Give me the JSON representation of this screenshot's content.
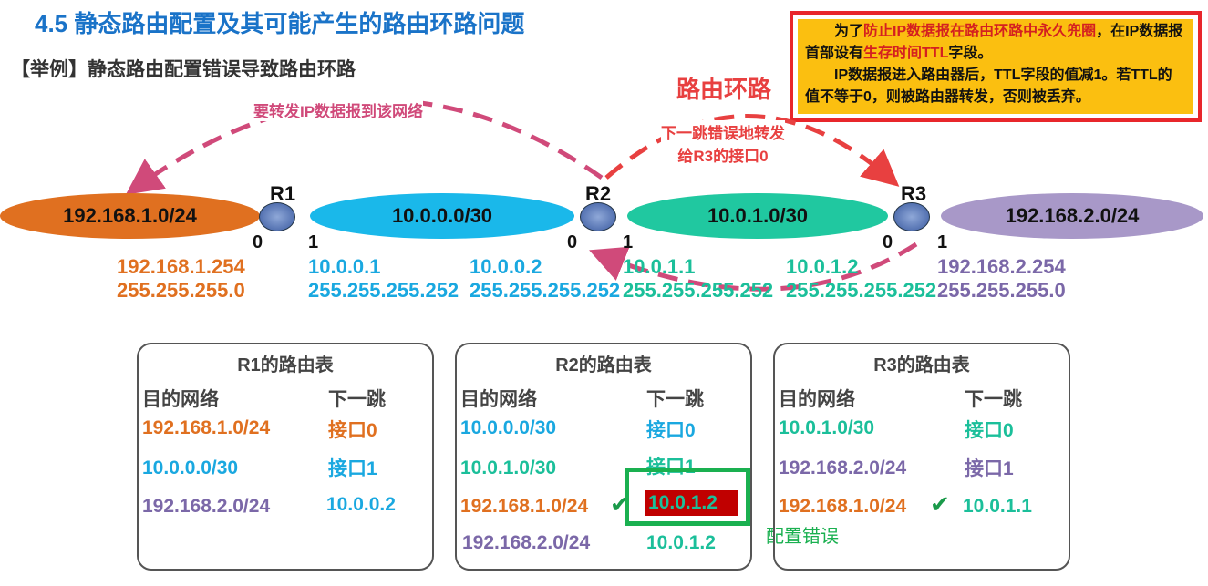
{
  "title": "4.5  静态路由配置及其可能产生的路由环路问题",
  "subtitle": "【举例】静态路由配置错误导致路由环路",
  "note": {
    "l1a": "为了",
    "l1b": "防止IP数据报在路由环路中永久兜圈",
    "l1c": "，在IP数据报首部设有",
    "l1d": "生存时间TTL",
    "l1e": "字段。",
    "l2": "IP数据报进入路由器后，TTL字段的值减1。若TTL的值不等于0，则被路由器转发，否则被丢弃。"
  },
  "loop_label": "路由环路",
  "arrow1_label": "要转发IP数据报到该网络",
  "arrow2_label1": "下一跳错误地转发",
  "arrow2_label2": "给R3的接口0",
  "networks": [
    "192.168.1.0/24",
    "10.0.0.0/30",
    "10.0.1.0/30",
    "192.168.2.0/24"
  ],
  "routers": [
    "R1",
    "R2",
    "R3"
  ],
  "ports": [
    "0",
    "1"
  ],
  "addrs": [
    {
      "ip": "192.168.1.254",
      "mask": "255.255.255.0"
    },
    {
      "ip": "10.0.0.1",
      "mask": "255.255.255.252"
    },
    {
      "ip": "10.0.0.2",
      "mask": "255.255.255.252"
    },
    {
      "ip": "10.0.1.1",
      "mask": "255.255.255.252"
    },
    {
      "ip": "10.0.1.2",
      "mask": "255.255.255.252"
    },
    {
      "ip": "192.168.2.254",
      "mask": "255.255.255.0"
    }
  ],
  "tables": [
    {
      "title": "R1的路由表",
      "dest_header": "目的网络",
      "hop_header": "下一跳",
      "rows": [
        [
          "192.168.1.0/24",
          "接口0"
        ],
        [
          "10.0.0.0/30",
          "接口1"
        ],
        [
          "192.168.2.0/24",
          "10.0.0.2"
        ]
      ]
    },
    {
      "title": "R2的路由表",
      "dest_header": "目的网络",
      "hop_header": "下一跳",
      "rows": [
        [
          "10.0.0.0/30",
          "接口0"
        ],
        [
          "10.0.1.0/30",
          "接口1"
        ],
        [
          "192.168.1.0/24",
          "10.0.1.2"
        ],
        [
          "192.168.2.0/24",
          "10.0.1.2"
        ]
      ]
    },
    {
      "title": "R3的路由表",
      "dest_header": "目的网络",
      "hop_header": "下一跳",
      "rows": [
        [
          "10.0.1.0/30",
          "接口0"
        ],
        [
          "192.168.2.0/24",
          "接口1"
        ],
        [
          "192.168.1.0/24",
          "10.0.1.1"
        ]
      ]
    }
  ],
  "error_label": "配置错误",
  "colors": {
    "orange": "#e07020",
    "blue": "#1aa8e0",
    "teal": "#1bbf9a",
    "purple": "#7b68a8"
  }
}
